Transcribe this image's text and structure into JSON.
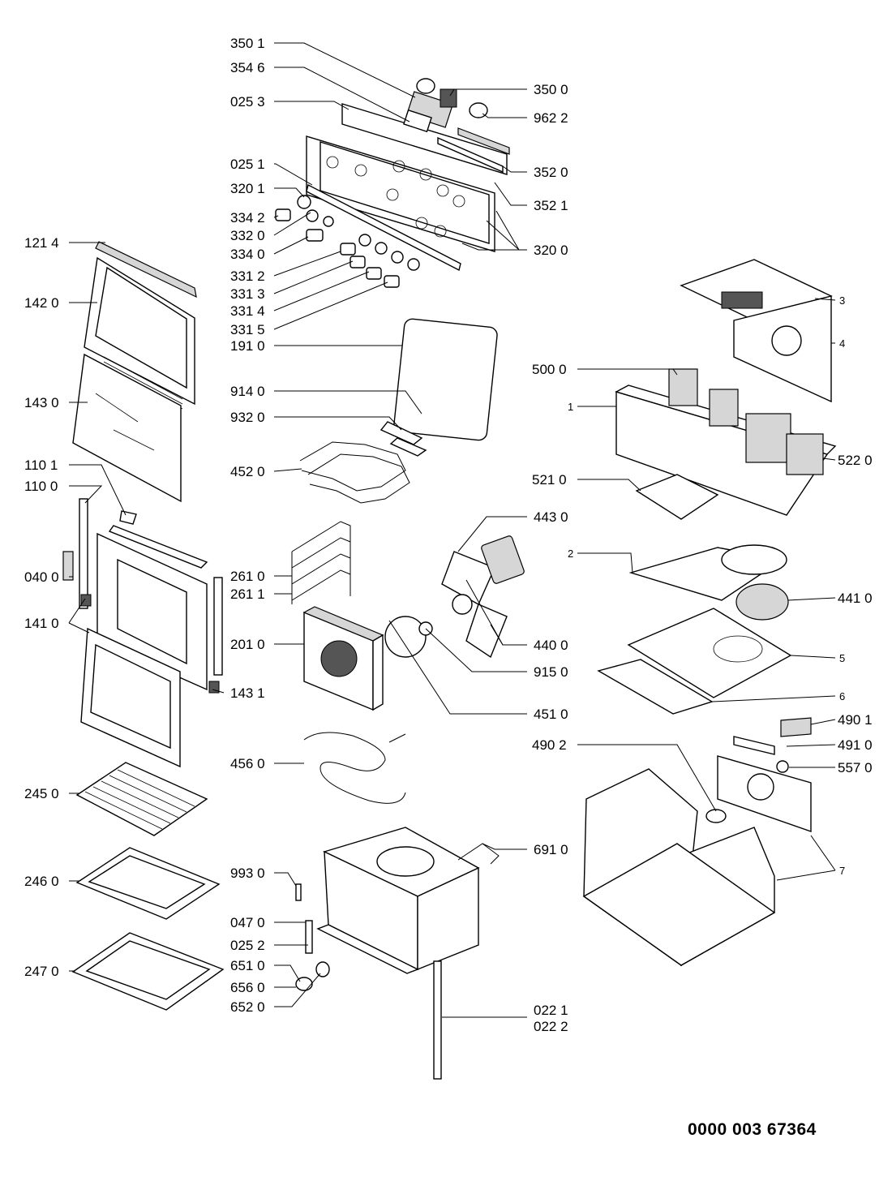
{
  "document_code": "0000 003 67364",
  "labels": {
    "l3501": "350 1",
    "l3546": "354 6",
    "l0253": "025 3",
    "l0251": "025 1",
    "l3201": "320 1",
    "l3342": "334 2",
    "l3320": "332 0",
    "l3340": "334 0",
    "l3312": "331 2",
    "l3313": "331 3",
    "l3314": "331 4",
    "l3315": "331 5",
    "l1214": "121 4",
    "l1420": "142 0",
    "l1430": "143 0",
    "l1101": "110 1",
    "l1100": "110 0",
    "l0400": "040 0",
    "l1410": "141 0",
    "l2450": "245 0",
    "l2460": "246 0",
    "l2470": "247 0",
    "l3500": "350 0",
    "l9622": "962 2",
    "l3520": "352 0",
    "l3521": "352 1",
    "l3200": "320 0",
    "l1910": "191 0",
    "l9140": "914 0",
    "l9320": "932 0",
    "l4520": "452 0",
    "l2610": "261 0",
    "l2611": "261 1",
    "l2010": "201 0",
    "l1431": "143 1",
    "l4430": "443 0",
    "l4400": "440 0",
    "l9150": "915 0",
    "l4510": "451 0",
    "l4560": "456 0",
    "l6910": "691 0",
    "l9930": "993 0",
    "l0470": "047 0",
    "l0252": "025 2",
    "l6510": "651 0",
    "l6560": "656 0",
    "l6520": "652 0",
    "l0221": "022 1",
    "l0222": "022 2",
    "l3": "3",
    "l4": "4",
    "l5000": "500 0",
    "l1": "1",
    "l5220": "522 0",
    "l5210": "521 0",
    "l2": "2",
    "l4410": "441 0",
    "l5": "5",
    "l6": "6",
    "l4901": "490 1",
    "l4902": "490 2",
    "l4910": "491 0",
    "l5570": "557 0",
    "l7": "7"
  }
}
